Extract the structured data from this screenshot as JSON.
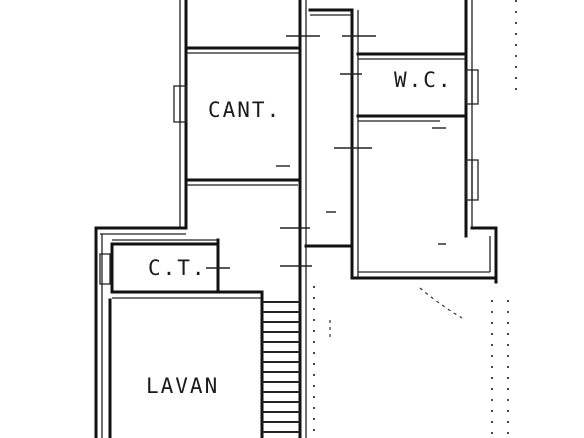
{
  "plan": {
    "rooms": {
      "cantina": "CANT.",
      "wc": "W.C.",
      "centrale_termica": "C.T.",
      "lavanderia": "LAVAN"
    }
  }
}
